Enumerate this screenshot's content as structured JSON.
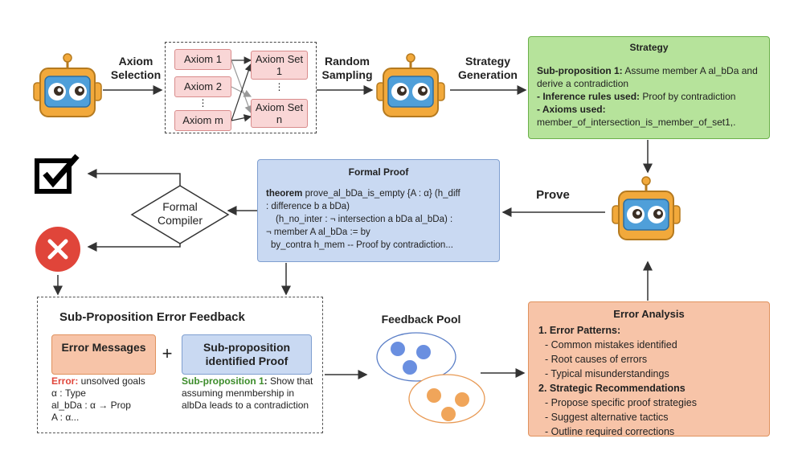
{
  "labels": {
    "axiom_selection": "Axiom Selection",
    "random_sampling": "Random Sampling",
    "strategy_generation": "Strategy Generation",
    "prove": "Prove",
    "formal_compiler": "Formal Compiler",
    "feedback_pool": "Feedback Pool"
  },
  "axioms": {
    "left": [
      "Axiom 1",
      "Axiom 2",
      "Axiom m"
    ],
    "right": [
      "Axiom Set 1",
      "Axiom Set n"
    ],
    "dots": "⋮"
  },
  "strategy": {
    "title": "Strategy",
    "sub_bold": "Sub-proposition 1:",
    "sub_text": " Assume member A al_bDa and derive a contradiction",
    "rules_bold": "- Inference rules used:",
    "rules_text": " Proof by contradiction",
    "axioms_bold": "- Axioms used:",
    "axioms_text": "member_of_intersection_is_member_of_set1,."
  },
  "formal_proof": {
    "title": "Formal Proof",
    "kw": "theorem",
    "line1": " prove_al_bDa_is_empty {A : α} (h_diff",
    "line2": ": difference b a bDa)",
    "line3": "(h_no_inter : ¬ intersection a bDa al_bDa) :",
    "line4": "¬ member A al_bDa := by",
    "line5": "by_contra h_mem -- Proof by contradiction..."
  },
  "feedback": {
    "title": "Sub-Proposition Error Feedback",
    "error_box": "Error Messages",
    "plus": "+",
    "sub_box": "Sub-proposition identified Proof",
    "err_label": "Error:",
    "err_text": " unsolved goals",
    "err_lines": [
      "α : Type",
      "al_bDa : α → Prop",
      "A : α..."
    ],
    "sub_label": "Sub-proposition 1",
    "sub_colon": ":",
    "sub_text": " Show that assuming menmbership in albDa leads to a contradiction"
  },
  "error_analysis": {
    "title": "Error Analysis",
    "h1": "1. Error Patterns:",
    "p1": [
      "- Common mistakes identified",
      "- Root causes of errors",
      "- Typical misunderstandings"
    ],
    "h2": "2. Strategic Recommendations",
    "p2": [
      "- Propose specific proof strategies",
      "- Suggest alternative tactics",
      "- Outline required corrections"
    ]
  },
  "colors": {
    "axiom_fill": "#f9d6d6",
    "strategy_fill": "#b6e39b",
    "proof_fill": "#c9d9f2",
    "error_fill": "#f7c4a8",
    "error_red": "#e0453a",
    "sub_green": "#3c8c2a",
    "blue_ball": "#6a8fe0",
    "orange_ball": "#f0a55a"
  },
  "icons": [
    "robot-icon",
    "checkbox-icon",
    "x-circle-icon"
  ]
}
